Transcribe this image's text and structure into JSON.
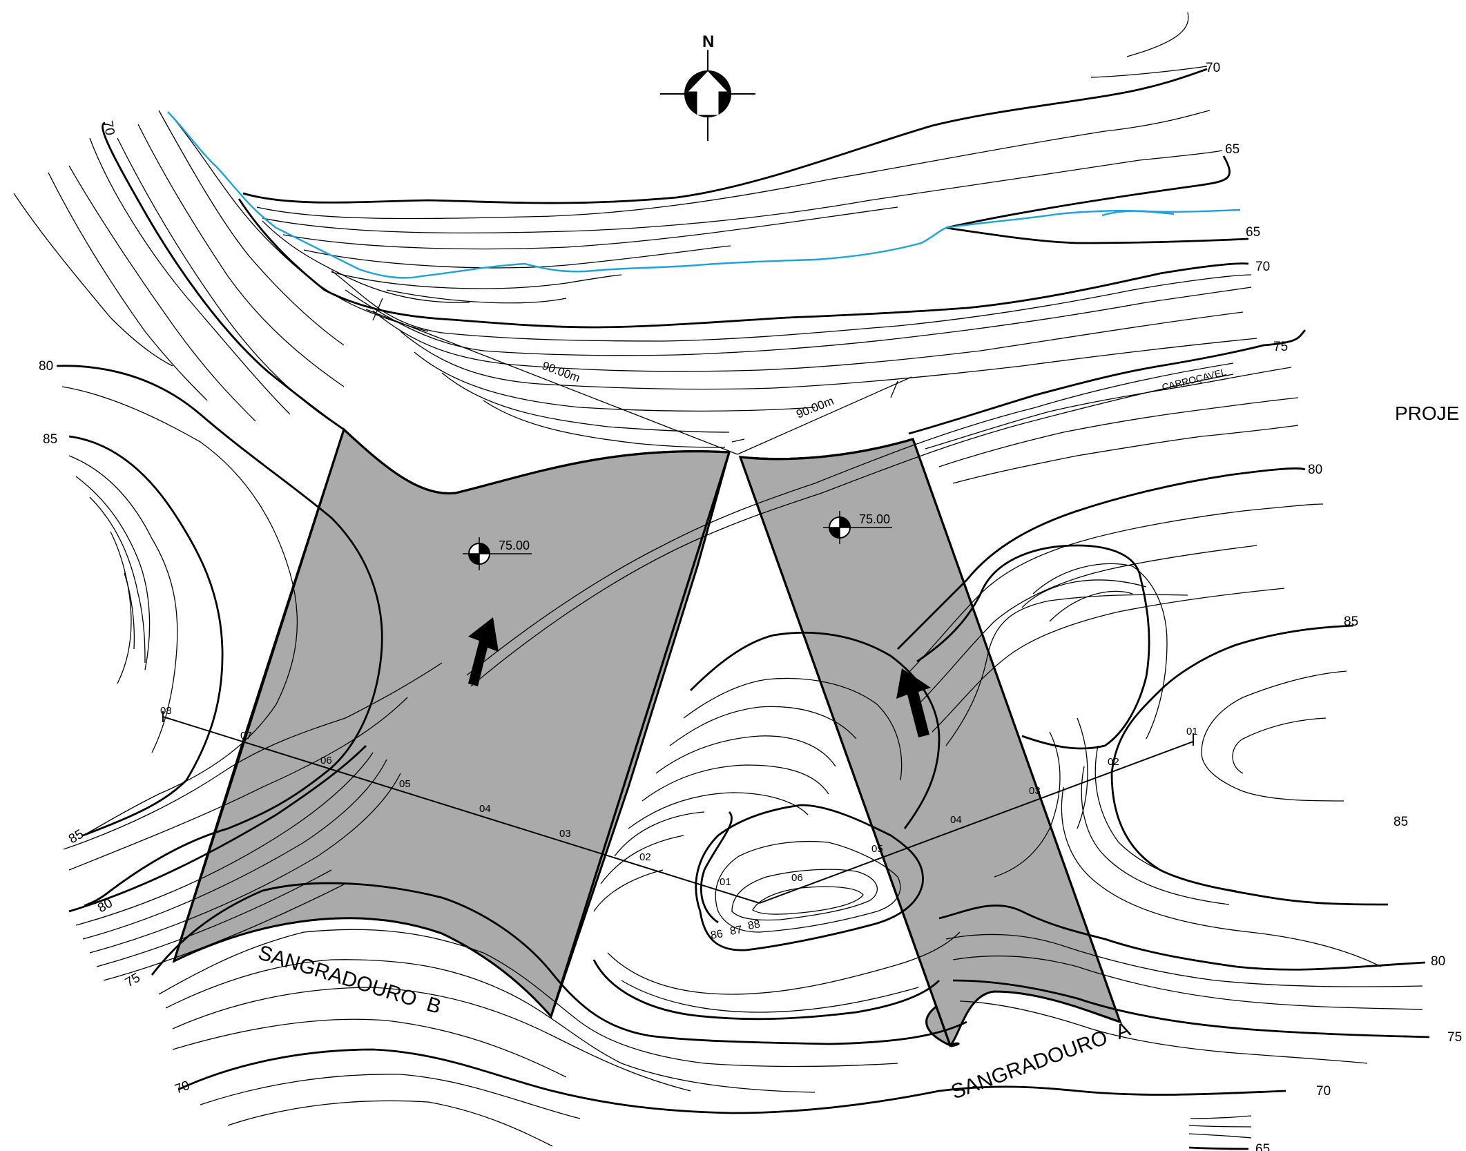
{
  "colors": {
    "background": "#ffffff",
    "line": "#000000",
    "pad": "#aaaaaa",
    "watercourse": "#1aa3dc"
  },
  "north": {
    "letter": "N",
    "icon": "north-arrow-icon"
  },
  "title_fragment": "PROJE",
  "spillways": {
    "b": "SANGRADOURO  B",
    "a": "SANGRADOURO  A"
  },
  "road_label": "CARROÇAVEL",
  "dimensions": [
    "90.00m",
    "90.00m"
  ],
  "spot_levels": [
    "75.00",
    "75.00"
  ],
  "flow_arrows": [
    "flow-arrow-icon",
    "flow-arrow-icon"
  ],
  "contour_labels": {
    "left": [
      "70",
      "80",
      "85",
      "85",
      "80",
      "75",
      "70"
    ],
    "right": [
      "70",
      "65",
      "65",
      "70",
      "75",
      "80",
      "85",
      "85",
      "80",
      "75",
      "70",
      "65"
    ],
    "summit": [
      "86",
      "87",
      "88"
    ]
  },
  "section_b_stations": [
    "08",
    "07",
    "06",
    "05",
    "04",
    "03",
    "02",
    "01"
  ],
  "section_a_stations": [
    "06",
    "05",
    "04",
    "03",
    "02",
    "01"
  ]
}
